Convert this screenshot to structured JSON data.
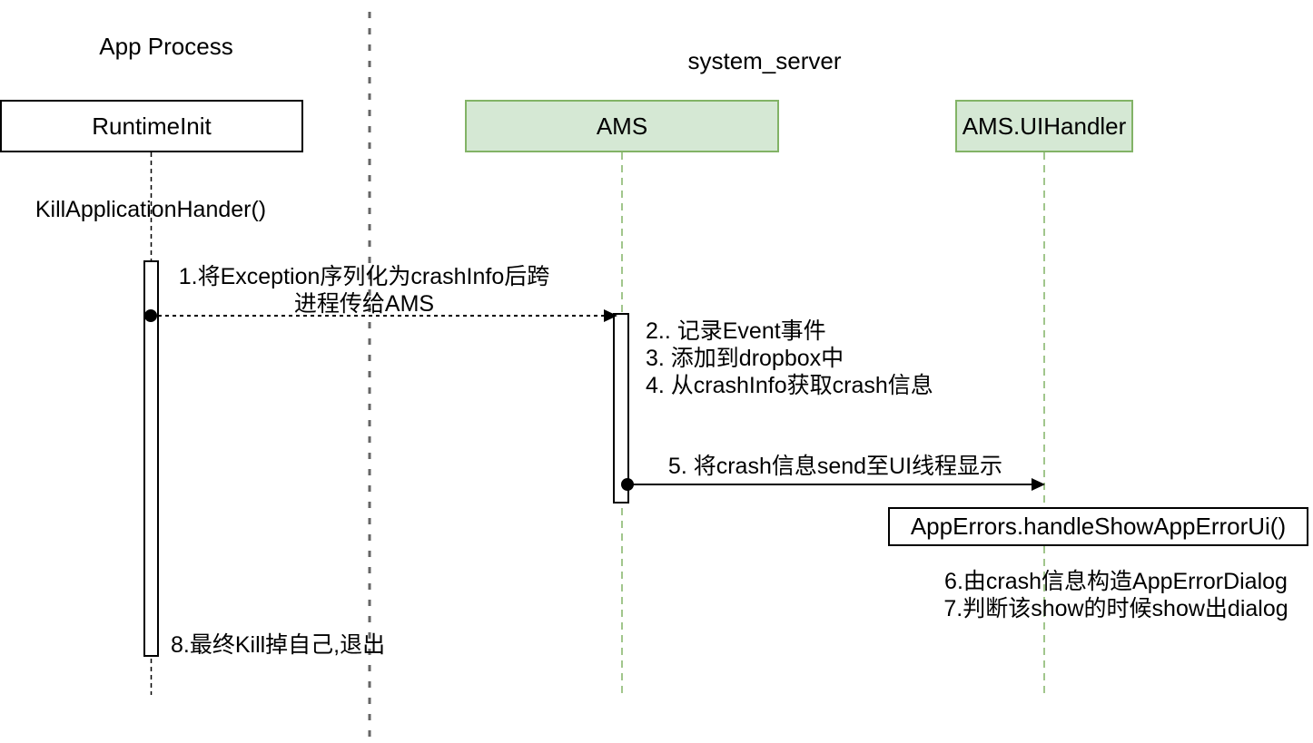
{
  "diagram": {
    "type": "sequence-diagram",
    "group_titles": {
      "left": "App Process",
      "right": "system_server"
    },
    "participants": [
      {
        "label": "RuntimeInit",
        "style": "plain"
      },
      {
        "label": "AMS",
        "style": "green"
      },
      {
        "label": "AMS.UIHandler",
        "style": "green"
      }
    ],
    "call_label": "KillApplicationHander()",
    "method_box_label": "AppErrors.handleShowAppErrorUi()",
    "messages": {
      "m1_line1": "1.将Exception序列化为crashInfo后跨",
      "m1_line2": "进程传给AMS",
      "m2": "2.. 记录Event事件",
      "m3": "3. 添加到dropbox中",
      "m4": "4. 从crashInfo获取crash信息",
      "m5": "5. 将crash信息send至UI线程显示",
      "m6": "6.由crash信息构造AppErrorDialog",
      "m7": "7.判断该show的时候show出dialog",
      "m8": "8.最终Kill掉自己,退出"
    },
    "colors": {
      "participant_green_fill": "#d5e8d4",
      "participant_green_border": "#82b366",
      "lifeline_green": "#82b366",
      "lifeline_black": "#000000",
      "divider_gray": "#666666",
      "arrow_black": "#000000",
      "background": "#ffffff"
    }
  }
}
